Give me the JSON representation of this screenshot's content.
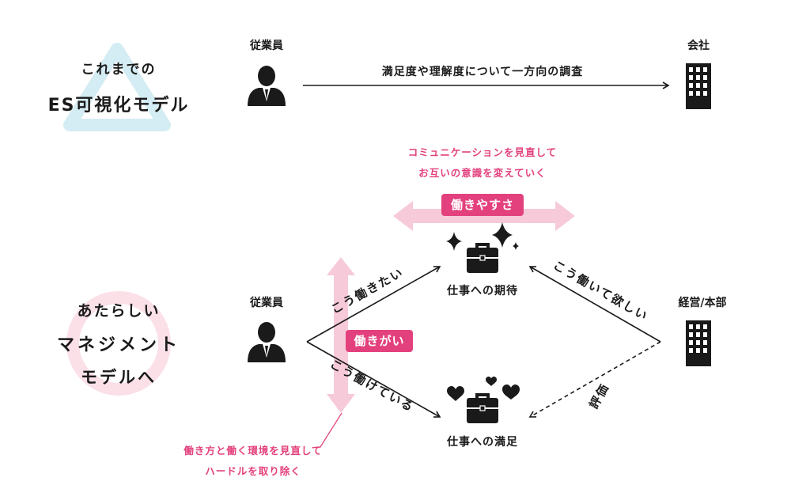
{
  "old_model": {
    "title_line1": "これまでの",
    "title_line2": "ES可視化モデル",
    "employee_label": "従業員",
    "company_label": "会社",
    "arrow_label": "満足度や理解度について一方向の調査"
  },
  "new_model": {
    "title_line1": "あたらしい",
    "title_line2": "マネジメント",
    "title_line3": "モデルへ",
    "employee_label": "従業員",
    "management_label": "経営/本部",
    "expectation_label": "仕事への期待",
    "satisfaction_label": "仕事への満足",
    "want_to_work_label": "こう働きたい",
    "working_label": "こう働けている",
    "want_you_label": "こう働いて欲しい",
    "evaluation_label": "評価",
    "ease_badge": "働きやすさ",
    "worth_badge": "働きがい",
    "comm_note_line1": "コミュニケーションを見直して",
    "comm_note_line2": "お互いの意識を変えていく",
    "env_note_line1": "働き方と働く環境を見直して",
    "env_note_line2": "ハードルを取り除く"
  },
  "icons": [
    "person-icon",
    "building-icon",
    "briefcase-icon",
    "sparkle-icon",
    "heart-icon",
    "triangle-shape",
    "circle-shape"
  ],
  "colors": {
    "accent_pink": "#e3417d",
    "light_pink": "#f7cad9",
    "triangle_blue": "#d4ecf3",
    "circle_pink": "#fbe0e8",
    "ink": "#1a1a1a"
  }
}
